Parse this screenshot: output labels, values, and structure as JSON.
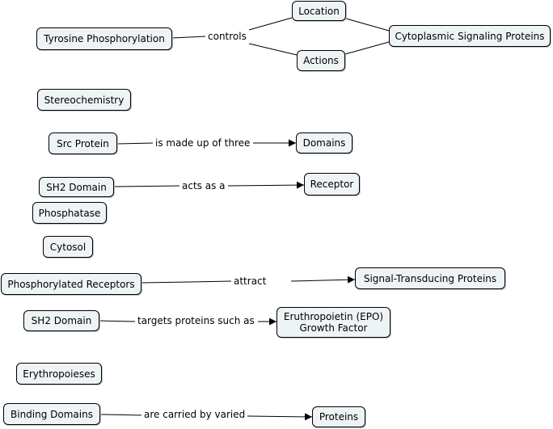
{
  "nodes": {
    "tyrosine_phosphorylation": "Tyrosine Phosphorylation",
    "location": "Location",
    "actions": "Actions",
    "cytoplasmic_signaling_proteins": "Cytoplasmic Signaling Proteins",
    "stereochemistry": "Stereochemistry",
    "src_protein": "Src Protein",
    "domains": "Domains",
    "sh2_domain_1": "SH2 Domain",
    "receptor": "Receptor",
    "phosphatase": "Phosphatase",
    "cytosol": "Cytosol",
    "phosphorylated_receptors": "Phosphorylated Receptors",
    "signal_transducing_proteins": "Signal-Transducing Proteins",
    "sh2_domain_2": "SH2 Domain",
    "epo_line1": "Eruthropoietin (EPO)",
    "epo_line2": "Growth Factor",
    "erythropoieses": "Erythropoieses",
    "binding_domains": "Binding Domains",
    "proteins": "Proteins"
  },
  "links": {
    "controls": "controls",
    "made_up_of": "is made up of three",
    "acts_as": "acts as a",
    "attract": "attract",
    "targets": "targets proteins such as",
    "carried_by": "are carried by varied"
  },
  "colors": {
    "node_fill": "#eef3f5",
    "node_border": "#000000",
    "line": "#000000"
  }
}
